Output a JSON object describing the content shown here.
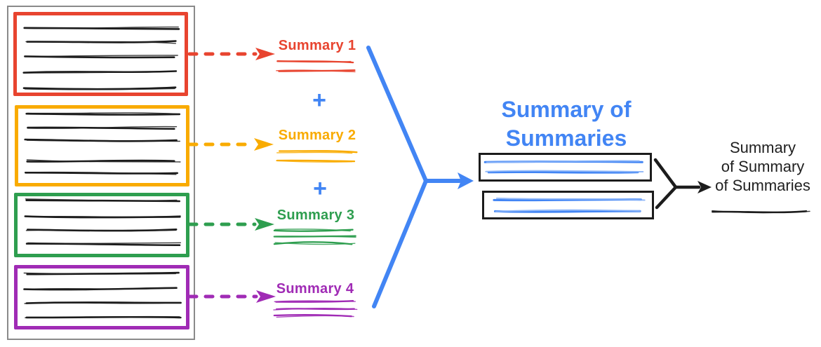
{
  "colors": {
    "red": "#E8442F",
    "orange": "#F9AB00",
    "green": "#2E9E4F",
    "purple": "#A02BB5",
    "blue": "#4285F4",
    "blue_light": "#8AB4F8",
    "ink": "#1C1C1C",
    "gray": "#8A8A8A",
    "text": "#212121"
  },
  "plus_sign": "+",
  "summaries": [
    {
      "label": "Summary 1",
      "color": "red"
    },
    {
      "label": "Summary 2",
      "color": "orange"
    },
    {
      "label": "Summary 3",
      "color": "green"
    },
    {
      "label": "Summary 4",
      "color": "purple"
    }
  ],
  "summary_of_summaries": {
    "title_line1": "Summary of",
    "title_line2": "Summaries"
  },
  "final_summary": {
    "line1": "Summary",
    "line2": "of Summary",
    "line3": "of Summaries"
  }
}
